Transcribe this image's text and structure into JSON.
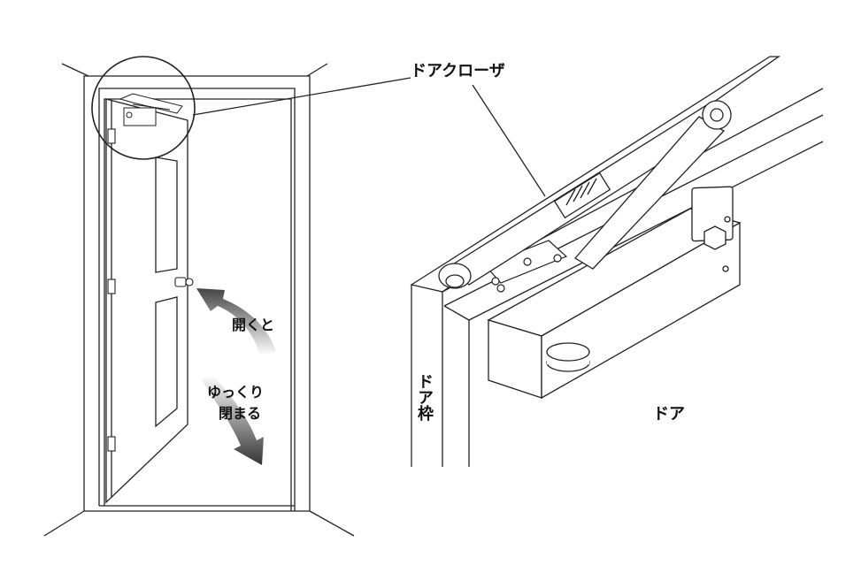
{
  "labels": {
    "door_closer": "ドアクローザ",
    "opening": "開くと",
    "slowly": "ゆっくり",
    "closes": "閉まる",
    "door_frame": "ドア枠",
    "door": "ドア"
  }
}
